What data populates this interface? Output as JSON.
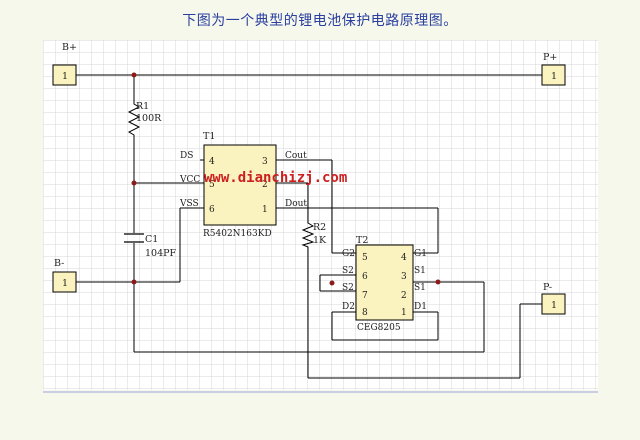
{
  "title": "下图为一个典型的锂电池保护电路原理图。",
  "watermark": "www.dianchizj.com",
  "colors": {
    "grid_bg": "#ffffff",
    "grid_line": "#d7d7d7",
    "chip_fill": "#fbf3bf",
    "wire": "#000000",
    "title": "#2a3fa0",
    "watermark": "#cc2020"
  },
  "terminals": {
    "b_plus": {
      "label": "B+",
      "pin": "1"
    },
    "b_minus": {
      "label": "B-",
      "pin": "1"
    },
    "p_plus": {
      "label": "P+",
      "pin": "1"
    },
    "p_minus": {
      "label": "P-",
      "pin": "1"
    }
  },
  "r1": {
    "ref": "R1",
    "value": "100R"
  },
  "r2": {
    "ref": "R2",
    "value": "1K"
  },
  "c1": {
    "ref": "C1",
    "value": "104PF"
  },
  "t1": {
    "ref": "T1",
    "part": "R5402N163KD",
    "left_labels": [
      "DS",
      "VCC",
      "VSS"
    ],
    "right_labels": [
      "Cout",
      "",
      "Dout"
    ],
    "pins": [
      "4",
      "5",
      "6",
      "3",
      "2",
      "1"
    ]
  },
  "t2": {
    "ref": "T2",
    "part": "CEG8205",
    "left_labels": [
      "G2",
      "S2",
      "S2",
      "D2"
    ],
    "right_labels": [
      "G1",
      "S1",
      "S1",
      "D1"
    ],
    "pins": [
      "5",
      "6",
      "7",
      "8",
      "4",
      "3",
      "2",
      "1"
    ]
  }
}
